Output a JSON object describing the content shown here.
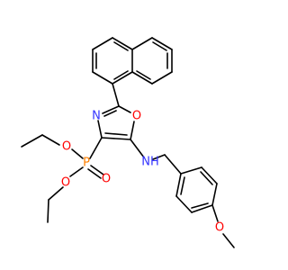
{
  "molecule": {
    "atoms": {
      "oxazole_N": "N",
      "oxazole_O": "O",
      "phosphorus": "P",
      "phosphoryl_O": "O",
      "ester_O_upper": "O",
      "ester_O_lower": "O",
      "amine": "NH",
      "methoxy_O": "O"
    },
    "colors": {
      "N": "#3333ff",
      "O": "#ff0000",
      "P": "#ff8000",
      "bond": "#000000"
    }
  }
}
